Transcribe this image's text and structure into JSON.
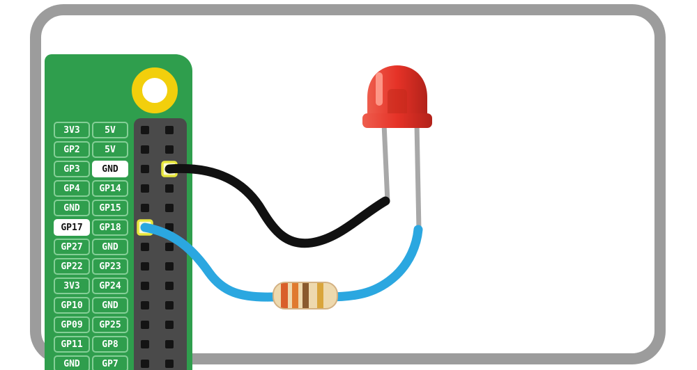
{
  "diagram": {
    "type": "wiring-diagram",
    "subject": "Raspberry Pi GPIO header with LED circuit"
  },
  "board": {
    "color": "#2f9e4d",
    "header_color": "#4a4a4a",
    "pin_rows": [
      {
        "left": "3V3",
        "right": "5V"
      },
      {
        "left": "GP2",
        "right": "5V"
      },
      {
        "left": "GP3",
        "right": "GND"
      },
      {
        "left": "GP4",
        "right": "GP14"
      },
      {
        "left": "GND",
        "right": "GP15"
      },
      {
        "left": "GP17",
        "right": "GP18"
      },
      {
        "left": "GP27",
        "right": "GND"
      },
      {
        "left": "GP22",
        "right": "GP23"
      },
      {
        "left": "3V3",
        "right": "GP24"
      },
      {
        "left": "GP10",
        "right": "GND"
      },
      {
        "left": "GP09",
        "right": "GP25"
      },
      {
        "left": "GP11",
        "right": "GP8"
      },
      {
        "left": "GND",
        "right": "GP7"
      }
    ],
    "highlighted_pins": [
      "GND",
      "GP17"
    ]
  },
  "circuit": {
    "led": {
      "name": "red-led",
      "color": "#e5321f",
      "leg_color": "#a8a8a8"
    },
    "wires": [
      {
        "name": "ground-wire",
        "color": "#111111",
        "from": "GND pin",
        "to": "LED cathode leg"
      },
      {
        "name": "signal-wire",
        "color": "#2ba7e0",
        "from": "GP17 pin",
        "to": "LED anode leg"
      }
    ],
    "resistor": {
      "body_color": "#eed9ae",
      "band_colors": [
        "orange",
        "orange",
        "brown",
        "gold"
      ]
    },
    "pin_highlight_color": "#e8e73d"
  }
}
